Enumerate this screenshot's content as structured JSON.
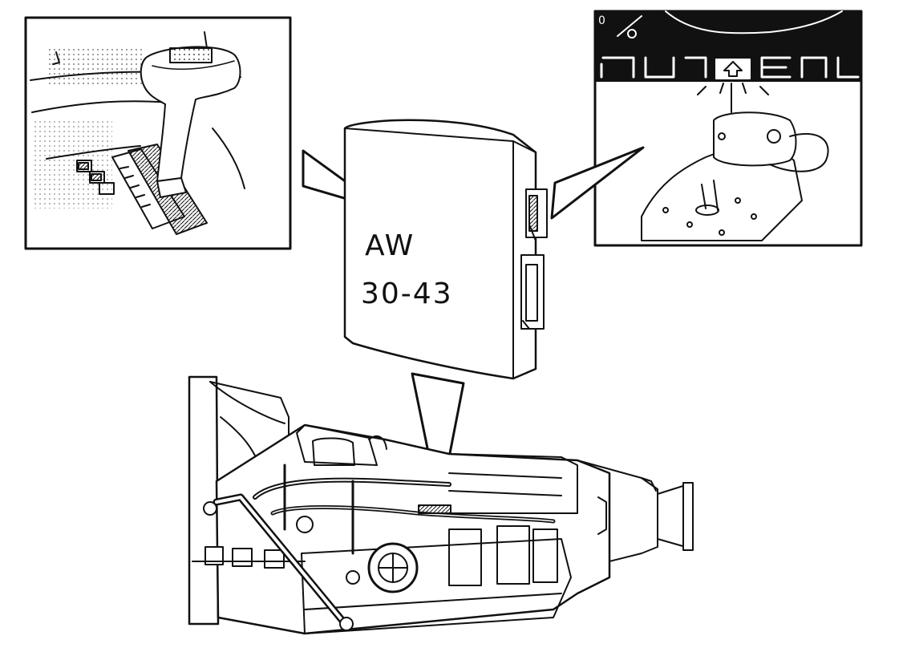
{
  "control_unit": {
    "model_line1": "AW",
    "model_line2": "30-43"
  },
  "panel_right": {
    "corner_text": "0"
  },
  "colors": {
    "ink": "#111111",
    "paper": "#ffffff"
  },
  "icons": {
    "shift_lever": "gear-shift-lever-icon",
    "indicator": "up-arrow-warning-light-icon",
    "ecu": "transmission-control-unit-icon",
    "transmission": "automatic-transmission-icon"
  }
}
